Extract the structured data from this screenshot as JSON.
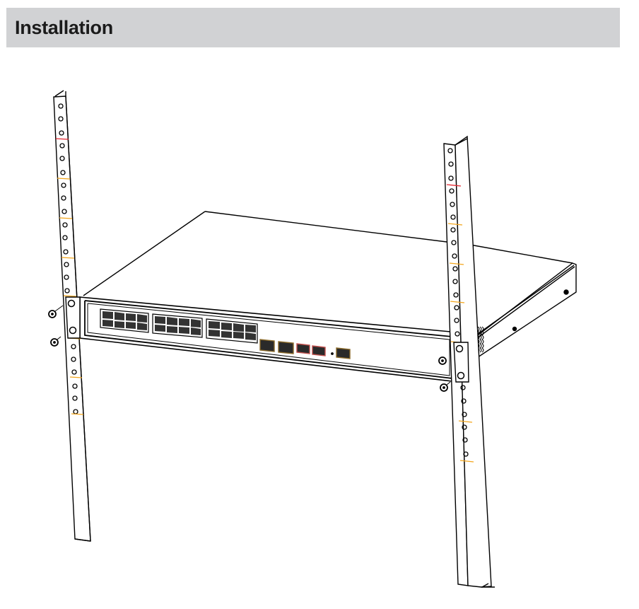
{
  "page": {
    "section_title": "Installation"
  },
  "figure": {
    "description": "Rack-mount installation of a network switch between two rack rails with mounting screws",
    "colors": {
      "line": "#000000",
      "header_bg": "#d1d2d4",
      "rail_marker_red": "#e3262f",
      "rail_marker_orange": "#f3a51b"
    },
    "components": {
      "left_rail": "rack-rail-left",
      "right_rail": "rack-rail-right",
      "switch": "network-switch",
      "rj45_port_groups": 3,
      "rj45_ports_per_group": 8,
      "uplink_rj45_ports": 2,
      "sfp_ports": 2,
      "console_port": 1,
      "screws": 4
    }
  }
}
